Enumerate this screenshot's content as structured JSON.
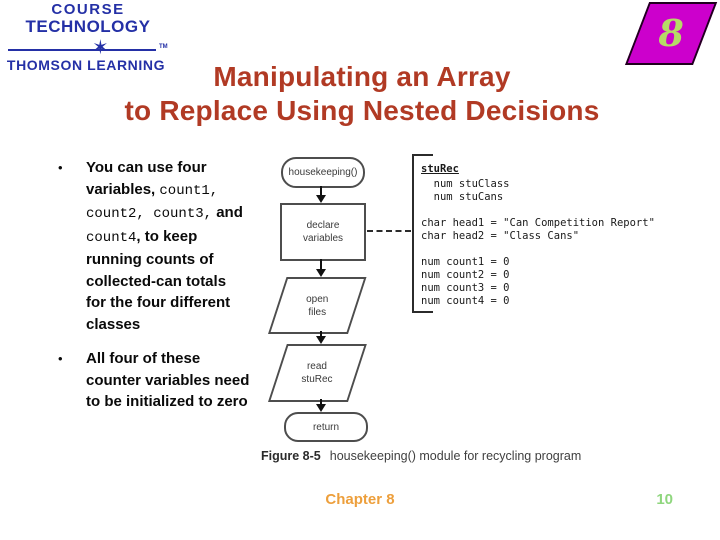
{
  "logo": {
    "course": "COURSE",
    "technology": "TECHNOLOGY",
    "thomson": "THOMSON LEARNING",
    "tm": "TM",
    "star_glyph": "✶",
    "color": "#2430a6"
  },
  "page_badge": {
    "number": "8",
    "bg_color": "#cc00cc",
    "text_color": "#b6da67"
  },
  "title": {
    "line1": "Manipulating an Array",
    "line2": "to Replace Using Nested Decisions",
    "color": "#b13a24"
  },
  "bullets": {
    "glyph": "•",
    "items": [
      {
        "segments": [
          {
            "t": "You can use four variables, ",
            "mono": false
          },
          {
            "t": "count1,",
            "mono": true
          },
          {
            "t": " ",
            "mono": false
          },
          {
            "t": "count2, count3,",
            "mono": true
          },
          {
            "t": " and ",
            "mono": false
          },
          {
            "t": "count4",
            "mono": true
          },
          {
            "t": ", to keep running counts of collected-can totals for the four different classes",
            "mono": false
          }
        ]
      },
      {
        "segments": [
          {
            "t": "All four of these counter variables need to be initialized to zero",
            "mono": false
          }
        ]
      }
    ]
  },
  "flowchart": {
    "nodes": [
      {
        "id": "start",
        "type": "terminator",
        "label": "housekeeping()"
      },
      {
        "id": "declare",
        "type": "process",
        "label": "declare\nvariables"
      },
      {
        "id": "open",
        "type": "input-output",
        "label": "open\nfiles"
      },
      {
        "id": "read",
        "type": "input-output",
        "label": "read\nstuRec"
      },
      {
        "id": "return",
        "type": "terminator",
        "label": "return"
      }
    ],
    "annotation": {
      "title": "stuRec",
      "body": "  num stuClass\n  num stuCans\n\nchar head1 = \"Can Competition Report\"\nchar head2 = \"Class Cans\"\n\nnum count1 = 0\nnum count2 = 0\nnum count3 = 0\nnum count4 = 0"
    }
  },
  "caption": {
    "label": "Figure 8-5",
    "text": "housekeeping() module for recycling program"
  },
  "footer": {
    "chapter": "Chapter 8",
    "page_number": "10",
    "chapter_color": "#ed9f3c",
    "page_color": "#8fd67e"
  }
}
